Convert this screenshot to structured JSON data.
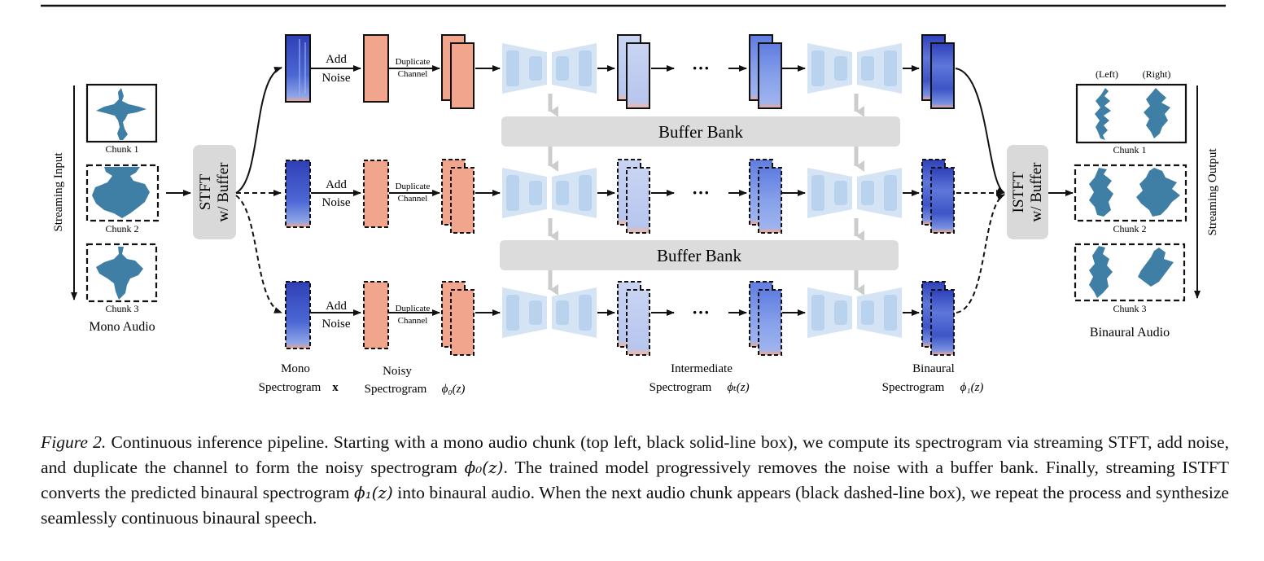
{
  "header_text": "",
  "diagram": {
    "streaming_input_label": "Streaming Input",
    "streaming_output_label": "Streaming Output",
    "mono_audio_label": "Mono Audio",
    "binaural_audio_label": "Binaural Audio",
    "input_chunks": [
      "Chunk 1",
      "Chunk 2",
      "Chunk 3"
    ],
    "output_chunks": [
      "Chunk 1",
      "Chunk 2",
      "Chunk 3"
    ],
    "left_label": "(Left)",
    "right_label": "(Right)",
    "stft_line1": "STFT",
    "stft_line2": "w/ Buffer",
    "istft_line1": "ISTFT",
    "istft_line2": "w/ Buffer",
    "add_noise_line1": "Add",
    "add_noise_line2": "Noise",
    "duplicate_line1": "Duplicate",
    "duplicate_line2": "Channel",
    "ellipsis": "···",
    "buffer_bank": "Buffer Bank",
    "mono_spec_line1": "Mono",
    "mono_spec_line2": "Spectrogram",
    "mono_spec_sym": "x",
    "noisy_spec_line1": "Noisy",
    "noisy_spec_line2": "Spectrogram",
    "noisy_spec_sym": "ϕ₀(z)",
    "inter_spec_line1": "Intermediate",
    "inter_spec_line2": "Spectrogram",
    "inter_spec_sym": "ϕₜ(z)",
    "bin_spec_line1": "Binaural",
    "bin_spec_line2": "Spectrogram",
    "bin_spec_sym": "ϕ₁(z)"
  },
  "caption": {
    "label": "Figure 2.",
    "part1": " Continuous inference pipeline. Starting with a mono audio chunk (top left, black solid-line box), we compute its spectrogram via streaming STFT, add noise, and duplicate the channel to form the noisy spectrogram ",
    "sym1": "ϕ₀(z)",
    "part2": ". The trained model progressively removes the noise with a buffer bank. Finally, streaming ISTFT converts the predicted binaural spectrogram ",
    "sym2": "ϕ₁(z)",
    "part3": " into binaural audio. When the next audio chunk appears (black dashed-line box), we repeat the process and synthesize seamlessly continuous binaural speech."
  },
  "colors": {
    "waveform": "#3f7fa6",
    "spec_mono": "#3b55c8",
    "noise": "#f0a58c",
    "unet": "#cfe1f3",
    "buffer_bank": "#dcdcdc",
    "stft_box": "#d9d9d9"
  }
}
